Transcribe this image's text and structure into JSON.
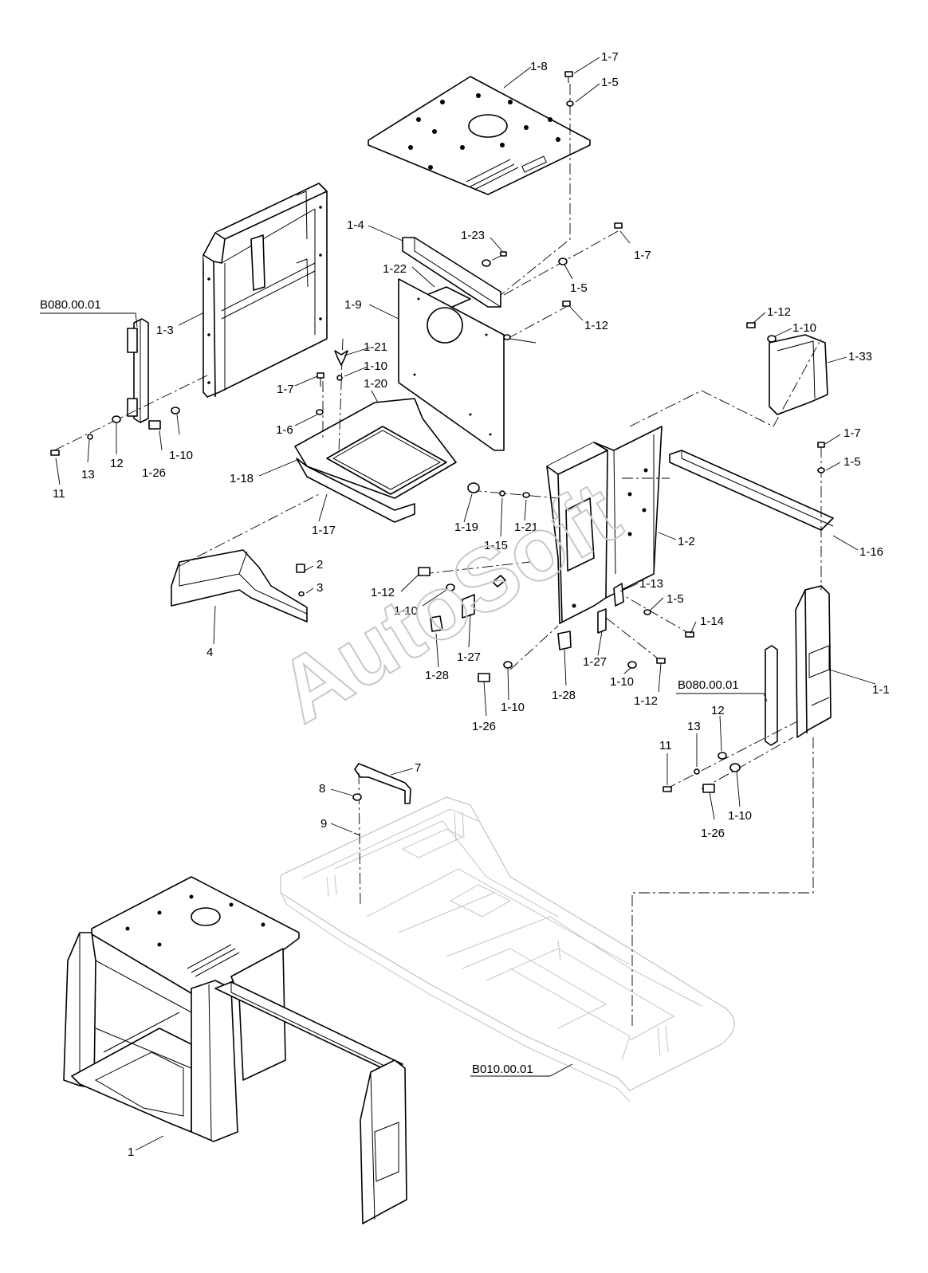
{
  "watermark": "AutoSoft",
  "references": {
    "left_hinge": "B080.00.01",
    "right_hinge": "B080.00.01",
    "frame": "B010.00.01"
  },
  "callouts": [
    "1-8",
    "1-7",
    "1-5",
    "1-4",
    "1-23",
    "1-7",
    "1-22",
    "1-5",
    "1-9",
    "1-12",
    "1-3",
    "1-21",
    "1-10",
    "1-7",
    "1-20",
    "1-6",
    "1-18",
    "1-17",
    "1-10",
    "1-26",
    "11",
    "13",
    "12",
    "1-12",
    "1-10",
    "1-33",
    "1-7",
    "1-5",
    "1-2",
    "1-16",
    "1-19",
    "1-15",
    "1-21",
    "2",
    "3",
    "4",
    "1-12",
    "1-10",
    "1-13",
    "1-5",
    "1-14",
    "1-27",
    "1-28",
    "1-27",
    "1-10",
    "1-12",
    "1-28",
    "1-10",
    "1-26",
    "1-1",
    "12",
    "13",
    "11",
    "1-10",
    "1-26",
    "7",
    "8",
    "9",
    "1"
  ]
}
